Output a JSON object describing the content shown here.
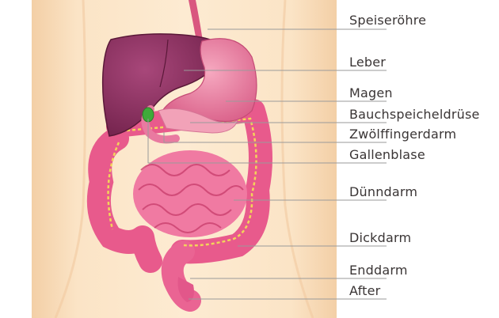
{
  "labels": [
    "Speiseröhre",
    "Leber",
    "Magen",
    "Bauchspeicheldrüse",
    "Zwölffingerdarm",
    "Gallenblase",
    "Dünndarm",
    "Dickdarm",
    "Enddarm",
    "After"
  ],
  "colors": {
    "skin": "#fbe3c4",
    "liver": "#8c2c5c",
    "stomach": "#e6749a",
    "intestine": "#ee6f9c",
    "gallbladder": "#3faa3a",
    "line": "#9a9a9a",
    "text": "#3a3535"
  }
}
